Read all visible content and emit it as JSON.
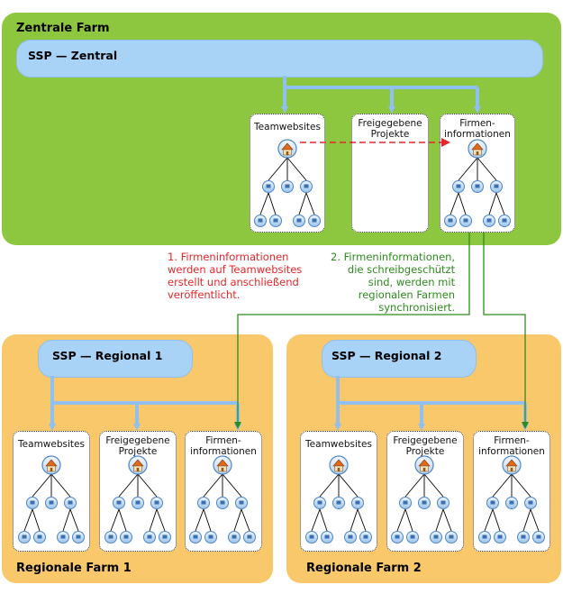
{
  "central_farm": {
    "title": "Zentrale Farm",
    "ssp": "SSP — Zentral",
    "sites": [
      {
        "label": "Teamwebsites"
      },
      {
        "label": "Freigegebene\nProjekte",
        "empty": true
      },
      {
        "label": "Firmen-\ninformationen"
      }
    ]
  },
  "regional_farm_1": {
    "title": "Regionale Farm 1",
    "ssp": "SSP — Regional 1",
    "sites": [
      {
        "label": "Teamwebsites"
      },
      {
        "label": "Freigegebene\nProjekte"
      },
      {
        "label": "Firmen-\ninformationen"
      }
    ]
  },
  "regional_farm_2": {
    "title": "Regionale Farm 2",
    "ssp": "SSP — Regional 2",
    "sites": [
      {
        "label": "Teamwebsites"
      },
      {
        "label": "Freigegebene\nProjekte"
      },
      {
        "label": "Firmen-\ninformationen"
      }
    ]
  },
  "notes": {
    "publish": [
      "1. Firmeninformationen",
      "werden auf Teamwebsites",
      "erstellt und anschließend",
      "veröffentlicht."
    ],
    "sync": [
      "2. Firmeninformationen,",
      "die schreibgeschützt",
      "sind, werden mit",
      "regionalen Farmen",
      "synchronisiert."
    ]
  },
  "colors": {
    "green_farm": "#8dc63f",
    "orange_farm": "#f9c86a",
    "ssp": "#a9d2f7",
    "arrow_blue": "#8fc0ef",
    "publish_red": "#e4262a",
    "sync_green": "#2e8b1e"
  }
}
